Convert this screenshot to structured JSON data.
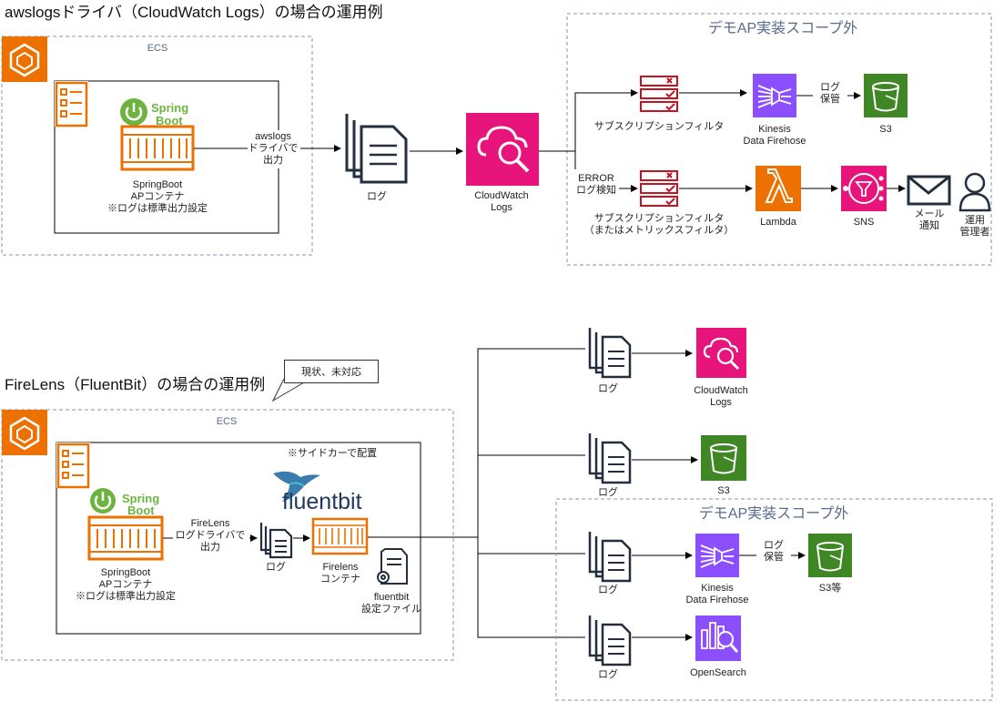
{
  "top": {
    "title": "awslogsドライバ（CloudWatch Logs）の場合の運用例",
    "ecs_label": "ECS",
    "app_label": [
      "SpringBoot",
      "APコンテナ",
      "※ログは標準出力設定"
    ],
    "edge_label": [
      "awslogs",
      "ドライバで",
      "出力"
    ],
    "log_label": "ログ",
    "cloudwatch_label": [
      "CloudWatch",
      "Logs"
    ],
    "scope_title": "デモAP実装スコープ外",
    "subscription_filter_label": "サブスクリプションフィルタ",
    "firehose_label": [
      "Kinesis",
      "Data Firehose"
    ],
    "log_store_label": [
      "ログ",
      "保管"
    ],
    "s3_label": "S3",
    "error_label": [
      "ERROR",
      "ログ検知"
    ],
    "subscription_filter2_label": [
      "サブスクリプションフィルタ",
      "（またはメトリックスフィルタ）"
    ],
    "lambda_label": "Lambda",
    "sns_label": "SNS",
    "mail_label": [
      "メール",
      "通知"
    ],
    "operator_label": [
      "運用",
      "管理者"
    ]
  },
  "bottom": {
    "title": "FireLens（FluentBit）の場合の運用例",
    "callout": "現状、未対応",
    "ecs_label": "ECS",
    "sidecar_note": "※サイドカーで配置",
    "fluentbit_logo": "fluentbit",
    "spring_logo": [
      "Spring",
      "Boot"
    ],
    "app_label": [
      "SpringBoot",
      "APコンテナ",
      "※ログは標準出力設定"
    ],
    "edge_label": [
      "FireLens",
      "ログドライバで",
      "出力"
    ],
    "log_label": "ログ",
    "firelens_label": [
      "Firelens",
      "コンテナ"
    ],
    "config_label": [
      "fluentbit",
      "設定ファイル"
    ],
    "out_log_labels": [
      "ログ",
      "ログ",
      "ログ",
      "ログ"
    ],
    "cloudwatch_label": [
      "CloudWatch",
      "Logs"
    ],
    "s3_label": "S3",
    "scope_title": "デモAP実装スコープ外",
    "firehose_label": [
      "Kinesis",
      "Data Firehose"
    ],
    "log_store_label": [
      "ログ",
      "保管"
    ],
    "s3_etc_label": "S3等",
    "opensearch_label": "OpenSearch"
  },
  "colors": {
    "ecs_orange": "#ED7100",
    "cloudwatch_pink": "#E7157B",
    "kinesis_purple": "#8C4FFF",
    "s3_green": "#3F8624",
    "lambda_orange": "#ED7100",
    "filter_red": "#C7131F",
    "spring_green": "#6DB33F",
    "scope_border": "#8a94ab"
  },
  "icons": [
    "ecs-icon",
    "task-definition-icon",
    "container-icon",
    "spring-boot-logo",
    "document-icon",
    "cloudwatch-icon",
    "filter-icon",
    "kinesis-firehose-icon",
    "s3-icon",
    "lambda-icon",
    "sns-icon",
    "mail-icon",
    "user-icon",
    "fluentbit-logo",
    "config-file-icon",
    "opensearch-icon"
  ]
}
